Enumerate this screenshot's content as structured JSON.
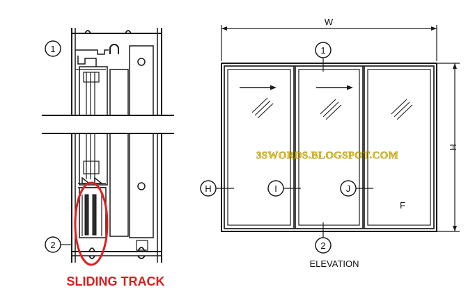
{
  "left_section": {
    "callout_top": "1",
    "callout_bottom": "2",
    "caption": "SLIDING TRACK",
    "highlight_color": "#e21d1d"
  },
  "elevation": {
    "width_label": "W",
    "height_label": "H",
    "callout_top": "1",
    "callout_bottom": "2",
    "callout_h": "H",
    "callout_i": "I",
    "callout_j": "J",
    "panel_f_label": "F",
    "caption": "ELEVATION"
  },
  "watermark": {
    "text": "3SWORDS.BLOGSPOT.COM",
    "color": "#f2d21b"
  }
}
